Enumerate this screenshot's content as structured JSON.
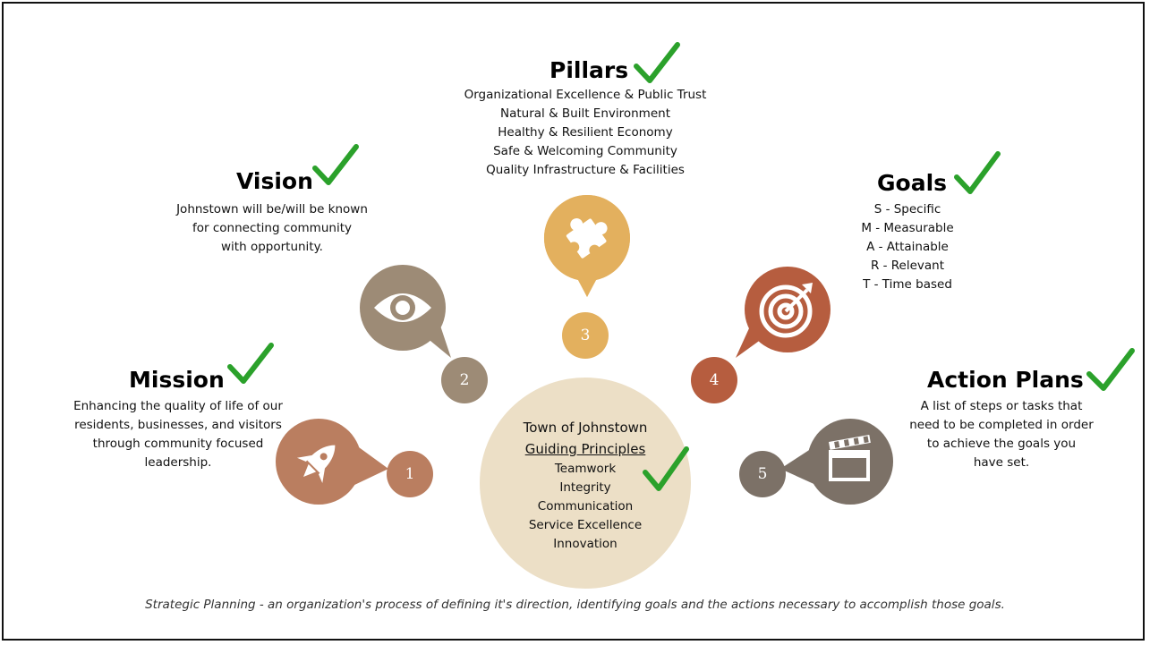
{
  "colors": {
    "mission": "#ba7e60",
    "vision": "#9d8b76",
    "pillars": "#e3b05e",
    "goals": "#b65d3f",
    "action": "#7c7167",
    "center": "#ecdfc6",
    "check": "#2ba12b"
  },
  "center": {
    "line1": "Town of Johnstown",
    "line2": "Guiding Principles",
    "items": [
      "Teamwork",
      "Integrity",
      "Communication",
      "Service Excellence",
      "Innovation"
    ]
  },
  "sections": {
    "pillars": {
      "title": "Pillars",
      "number": "3",
      "icon": "puzzle-icon",
      "lines": [
        "Organizational Excellence & Public Trust",
        "Natural & Built Environment",
        "Healthy & Resilient Economy",
        "Safe & Welcoming Community",
        "Quality Infrastructure & Facilities"
      ]
    },
    "vision": {
      "title": "Vision",
      "number": "2",
      "icon": "eye-icon",
      "lines": [
        "Johnstown will be/will be known",
        "for connecting community",
        "with opportunity."
      ]
    },
    "goals": {
      "title": "Goals",
      "number": "4",
      "icon": "target-icon",
      "lines": [
        "S - Specific",
        "M - Measurable",
        "A - Attainable",
        "R - Relevant",
        "T - Time based"
      ]
    },
    "mission": {
      "title": "Mission",
      "number": "1",
      "icon": "rocket-icon",
      "lines": [
        "Enhancing the quality of life of our",
        "residents, businesses, and visitors",
        "through community focused",
        "leadership."
      ]
    },
    "action": {
      "title": "Action Plans",
      "number": "5",
      "icon": "clapperboard-icon",
      "lines": [
        "A list of steps or tasks that",
        "need to be completed in order",
        "to achieve the goals you",
        "have set."
      ]
    }
  },
  "footer": "Strategic Planning - an organization's process of defining it's direction, identifying goals and the actions necessary to accomplish those goals."
}
